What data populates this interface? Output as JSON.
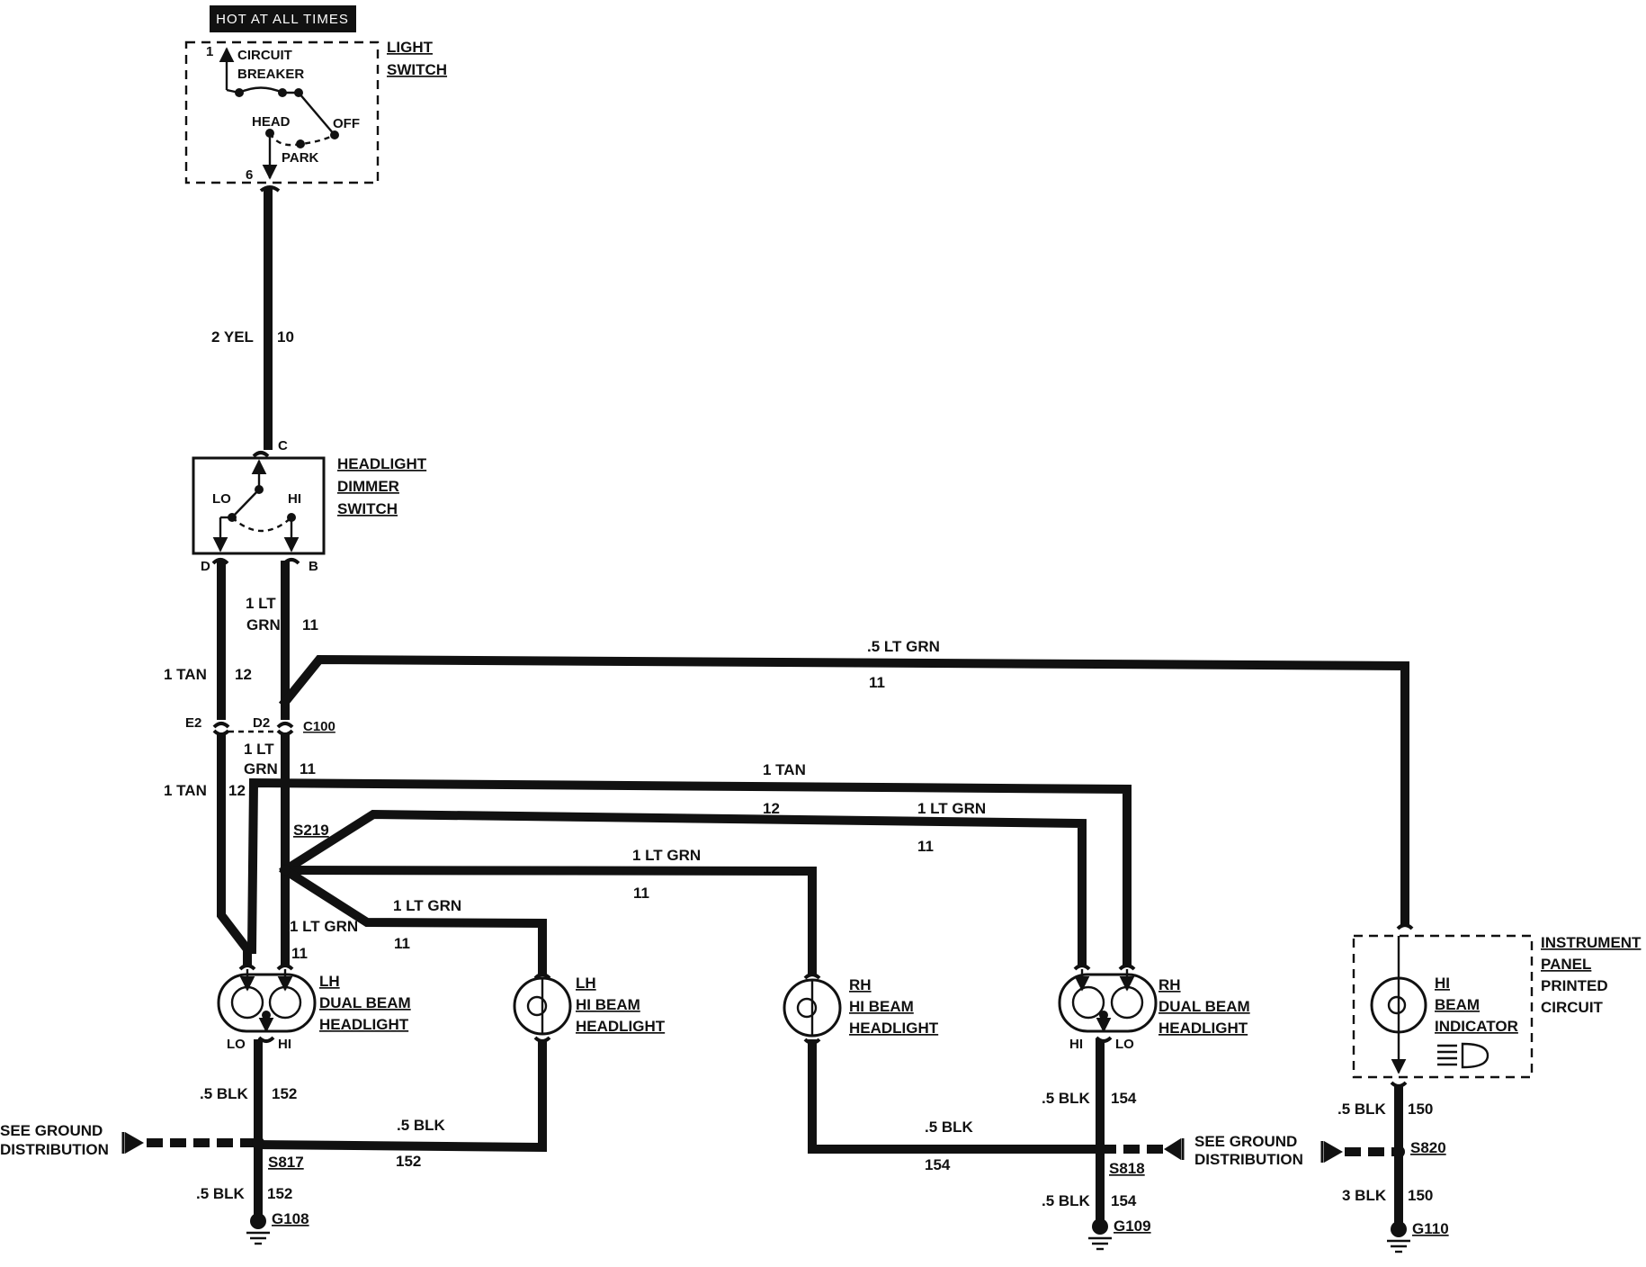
{
  "colors": {
    "ink": "#111111",
    "paper": "#ffffff"
  },
  "hot_label": "HOT AT ALL TIMES",
  "light_switch": {
    "label_1": "LIGHT",
    "label_2": "SWITCH",
    "circuit_breaker_1": "CIRCUIT",
    "circuit_breaker_2": "BREAKER",
    "pin_in": "1",
    "head": "HEAD",
    "off": "OFF",
    "park": "PARK",
    "pin_out": "6"
  },
  "wire_main": {
    "gauge": "2 YEL",
    "circuit": "10"
  },
  "dimmer": {
    "label_1": "HEADLIGHT",
    "label_2": "DIMMER",
    "label_3": "SWITCH",
    "pin_c": "C",
    "lo": "LO",
    "hi": "HI",
    "pin_d": "D",
    "pin_b": "B"
  },
  "upper_wires": {
    "tan_gauge": "1 TAN",
    "tan_circuit": "12",
    "grn_gauge_1": "1 LT",
    "grn_gauge_2": "GRN",
    "grn_circuit": "11",
    "long_gauge": ".5 LT GRN",
    "long_circuit": "11"
  },
  "connector": {
    "e2": "E2",
    "d2": "D2",
    "name": "C100"
  },
  "lower_wires": {
    "grn_gauge_1": "1 LT",
    "grn_gauge_2": "GRN",
    "grn_circuit": "11",
    "tan_gauge": "1 TAN",
    "tan_circuit": "12",
    "tan_right_gauge": "1 TAN",
    "tan_right_circuit": "12",
    "grn_right_gauge": "1 LT GRN",
    "grn_right_circuit": "11",
    "grn_mid_gauge": "1 LT GRN",
    "grn_mid_circuit": "11",
    "grn_lhhi_gauge": "1 LT GRN",
    "grn_lhhi_circuit": "11",
    "grn_lh_gauge": "1 LT GRN",
    "grn_lh_circuit": "11"
  },
  "splice_s219": "S219",
  "lh_dual": {
    "label_1": "LH",
    "label_2": "DUAL BEAM",
    "label_3": "HEADLIGHT",
    "lo": "LO",
    "hi": "HI"
  },
  "lh_hi": {
    "label_1": "LH",
    "label_2": "HI BEAM",
    "label_3": "HEADLIGHT"
  },
  "rh_hi": {
    "label_1": "RH",
    "label_2": "HI BEAM",
    "label_3": "HEADLIGHT"
  },
  "rh_dual": {
    "label_1": "RH",
    "label_2": "DUAL BEAM",
    "label_3": "HEADLIGHT",
    "hi": "HI",
    "lo": "LO"
  },
  "indicator": {
    "label_1": "HI",
    "label_2": "BEAM",
    "label_3": "INDICATOR",
    "ip_1": "INSTRUMENT",
    "ip_2": "PANEL",
    "ip_3": "PRINTED",
    "ip_4": "CIRCUIT"
  },
  "ground_left": {
    "see_1": "SEE GROUND",
    "see_2": "DISTRIBUTION",
    "g1_gauge": ".5 BLK",
    "g1_circuit": "152",
    "g2_gauge": ".5 BLK",
    "g2_circuit": "152",
    "splice": "S817",
    "g3_gauge": ".5 BLK",
    "g3_circuit": "152",
    "ground": "G108"
  },
  "ground_mid": {
    "see_1": "SEE GROUND",
    "see_2": "DISTRIBUTION",
    "g1_gauge": ".5 BLK",
    "g1_circuit": "154",
    "g2_gauge": ".5 BLK",
    "g2_circuit": "154",
    "splice": "S818",
    "g3_gauge": ".5 BLK",
    "g3_circuit": "154",
    "ground": "G109"
  },
  "ground_right": {
    "g1_gauge": ".5 BLK",
    "g1_circuit": "150",
    "splice": "S820",
    "g2_gauge": "3 BLK",
    "g2_circuit": "150",
    "ground": "G110"
  }
}
